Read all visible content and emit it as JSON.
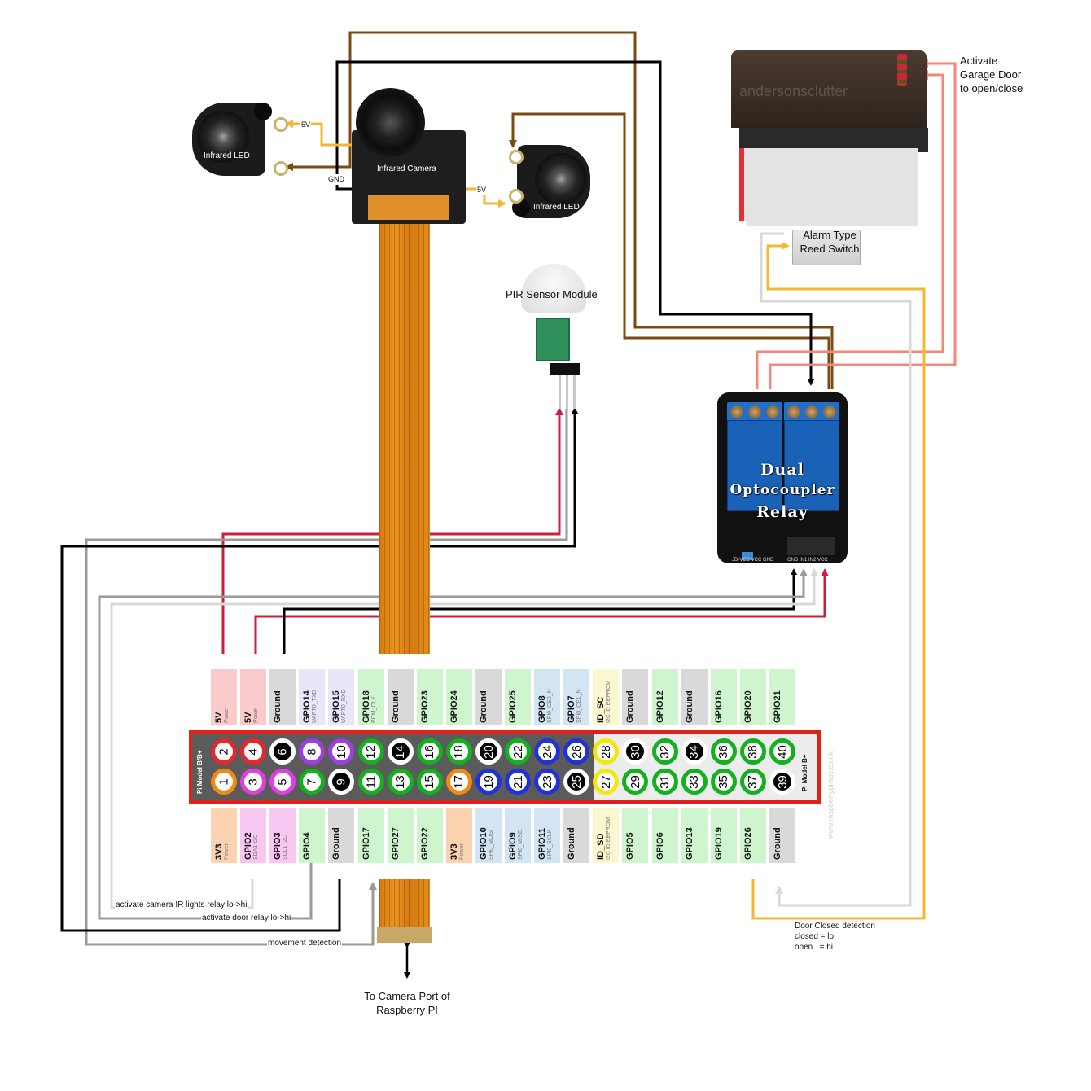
{
  "title": "Raspberry Pi garage door controller wiring diagram",
  "components": {
    "ir_led_left": "Infrared LED",
    "ir_led_right": "Infrared LED",
    "camera": "Infrared Camera",
    "pir": "PIR Sensor Module",
    "relay_title_lines": [
      "Dual",
      "Optocoupler",
      "Relay"
    ],
    "relay_pin_labels": "GND IN1 IN2 VCC",
    "relay_jumper_label": "JD-VCC VCC GND",
    "reed_switch_lines": [
      "Alarm Type",
      "Reed Switch"
    ],
    "garage_opener_watermark": "andersonsclutter"
  },
  "wire_labels": {
    "led_left_5v": "5V",
    "camera_gnd": "GND",
    "led_right_5v": "5V",
    "garage_door_lines": [
      "Activate",
      "Garage Door",
      "to open/close"
    ],
    "camera_ir_relay": "activate camera IR lights relay lo->hi",
    "door_relay": "activate door relay lo->hi",
    "movement": "movement detection",
    "door_closed_lines": [
      "Door Closed detection",
      "closed = lo",
      "open   = hi"
    ],
    "camera_port_lines": [
      "To Camera Port of",
      "Raspberry PI"
    ]
  },
  "wire_colors": {
    "black": "#000000",
    "brown": "#7a4a10",
    "yellow": "#f5b731",
    "red": "#c8203a",
    "gray": "#9a9a9a",
    "light_gray": "#d8d8d8",
    "salmon": "#f4877a"
  },
  "gpio": {
    "model_left": "Pi Model B/B+",
    "model_right": "Pi Model B+",
    "watermark": "www.raspberrypi-spy.co.uk",
    "top_row": [
      {
        "pin": "2",
        "name": "5V",
        "sub": "Power",
        "color": "#e8262b",
        "bg": "#fbcaca"
      },
      {
        "pin": "4",
        "name": "5V",
        "sub": "Power",
        "color": "#e8262b",
        "bg": "#fbcaca"
      },
      {
        "pin": "6",
        "name": "Ground",
        "sub": "",
        "color": "#000000",
        "bg": "#d9d9d9"
      },
      {
        "pin": "8",
        "name": "GPIO14",
        "sub": "UART0_TXD",
        "color": "#9b3fe0",
        "bg": "#e8e6fb"
      },
      {
        "pin": "10",
        "name": "GPIO15",
        "sub": "UART0_RXD",
        "color": "#9b3fe0",
        "bg": "#e8e6fb"
      },
      {
        "pin": "12",
        "name": "GPIO18",
        "sub": "PCM_CLK",
        "color": "#13b01f",
        "bg": "#cff5cf"
      },
      {
        "pin": "14",
        "name": "Ground",
        "sub": "",
        "color": "#000000",
        "bg": "#d9d9d9"
      },
      {
        "pin": "16",
        "name": "GPIO23",
        "sub": "",
        "color": "#13b01f",
        "bg": "#cff5cf"
      },
      {
        "pin": "18",
        "name": "GPIO24",
        "sub": "",
        "color": "#13b01f",
        "bg": "#cff5cf"
      },
      {
        "pin": "20",
        "name": "Ground",
        "sub": "",
        "color": "#000000",
        "bg": "#d9d9d9"
      },
      {
        "pin": "22",
        "name": "GPIO25",
        "sub": "",
        "color": "#13b01f",
        "bg": "#cff5cf"
      },
      {
        "pin": "24",
        "name": "GPIO8",
        "sub": "SPI0_CE0_N",
        "color": "#2332d6",
        "bg": "#d3e4f3"
      },
      {
        "pin": "26",
        "name": "GPIO7",
        "sub": "SPI0_CE1_N",
        "color": "#2332d6",
        "bg": "#d3e4f3"
      },
      {
        "pin": "28",
        "name": "ID_SC",
        "sub": "I2C ID EEPROM",
        "color": "#f2e90c",
        "bg": "#fbf8cf"
      },
      {
        "pin": "30",
        "name": "Ground",
        "sub": "",
        "color": "#000000",
        "bg": "#d9d9d9"
      },
      {
        "pin": "32",
        "name": "GPIO12",
        "sub": "",
        "color": "#13b01f",
        "bg": "#cff5cf"
      },
      {
        "pin": "34",
        "name": "Ground",
        "sub": "",
        "color": "#000000",
        "bg": "#d9d9d9"
      },
      {
        "pin": "36",
        "name": "GPIO16",
        "sub": "",
        "color": "#13b01f",
        "bg": "#cff5cf"
      },
      {
        "pin": "38",
        "name": "GPIO20",
        "sub": "",
        "color": "#13b01f",
        "bg": "#cff5cf"
      },
      {
        "pin": "40",
        "name": "GPIO21",
        "sub": "",
        "color": "#13b01f",
        "bg": "#cff5cf"
      }
    ],
    "bottom_row": [
      {
        "pin": "1",
        "name": "3V3",
        "sub": "Power",
        "color": "#f08a12",
        "bg": "#fbd3b0"
      },
      {
        "pin": "3",
        "name": "GPIO2",
        "sub": "SDA1 I2C",
        "color": "#e03fe0",
        "bg": "#f8c8f3"
      },
      {
        "pin": "5",
        "name": "GPIO3",
        "sub": "SCL1 I2C",
        "color": "#e03fe0",
        "bg": "#f8c8f3"
      },
      {
        "pin": "7",
        "name": "GPIO4",
        "sub": "",
        "color": "#13b01f",
        "bg": "#cff5cf"
      },
      {
        "pin": "9",
        "name": "Ground",
        "sub": "",
        "color": "#000000",
        "bg": "#d9d9d9"
      },
      {
        "pin": "11",
        "name": "GPIO17",
        "sub": "",
        "color": "#13b01f",
        "bg": "#cff5cf"
      },
      {
        "pin": "13",
        "name": "GPIO27",
        "sub": "",
        "color": "#13b01f",
        "bg": "#cff5cf"
      },
      {
        "pin": "15",
        "name": "GPIO22",
        "sub": "",
        "color": "#13b01f",
        "bg": "#cff5cf"
      },
      {
        "pin": "17",
        "name": "3V3",
        "sub": "Power",
        "color": "#f08a12",
        "bg": "#fbd3b0"
      },
      {
        "pin": "19",
        "name": "GPIO10",
        "sub": "SPI0_MOSI",
        "color": "#2332d6",
        "bg": "#d3e4f3"
      },
      {
        "pin": "21",
        "name": "GPIO9",
        "sub": "SPI0_MISO",
        "color": "#2332d6",
        "bg": "#d3e4f3"
      },
      {
        "pin": "23",
        "name": "GPIO11",
        "sub": "SPI0_SCLK",
        "color": "#2332d6",
        "bg": "#d3e4f3"
      },
      {
        "pin": "25",
        "name": "Ground",
        "sub": "",
        "color": "#000000",
        "bg": "#d9d9d9"
      },
      {
        "pin": "27",
        "name": "ID_SD",
        "sub": "I2C ID EEPROM",
        "color": "#f2e90c",
        "bg": "#fbf8cf"
      },
      {
        "pin": "29",
        "name": "GPIO5",
        "sub": "",
        "color": "#13b01f",
        "bg": "#cff5cf"
      },
      {
        "pin": "31",
        "name": "GPIO6",
        "sub": "",
        "color": "#13b01f",
        "bg": "#cff5cf"
      },
      {
        "pin": "33",
        "name": "GPIO13",
        "sub": "",
        "color": "#13b01f",
        "bg": "#cff5cf"
      },
      {
        "pin": "35",
        "name": "GPIO19",
        "sub": "",
        "color": "#13b01f",
        "bg": "#cff5cf"
      },
      {
        "pin": "37",
        "name": "GPIO26",
        "sub": "",
        "color": "#13b01f",
        "bg": "#cff5cf"
      },
      {
        "pin": "39",
        "name": "Ground",
        "sub": "",
        "color": "#000000",
        "bg": "#d9d9d9"
      }
    ]
  }
}
